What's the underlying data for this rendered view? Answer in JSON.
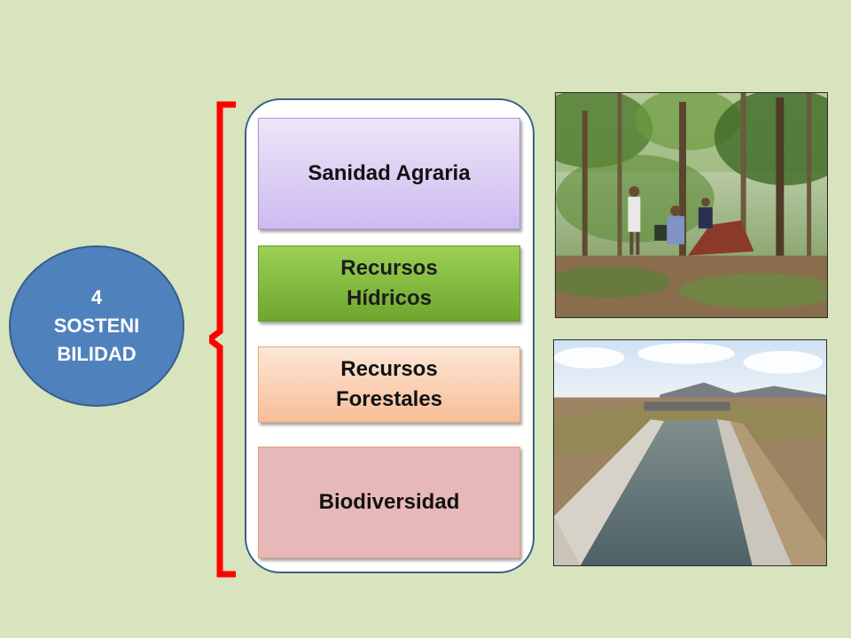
{
  "hub": {
    "lines": [
      "4",
      "SOSTENI",
      "BILIDAD"
    ],
    "color": "#4f81bd"
  },
  "brace_color": "#ff0000",
  "items": [
    {
      "lines": [
        "Sanidad Agraria"
      ]
    },
    {
      "lines": [
        "Recursos",
        "Hídricos"
      ]
    },
    {
      "lines": [
        "Recursos",
        "Forestales"
      ]
    },
    {
      "lines": [
        "Biodiversidad"
      ]
    }
  ],
  "photos": [
    {
      "icon": "forest-photo"
    },
    {
      "icon": "irrigation-canal-photo"
    }
  ]
}
